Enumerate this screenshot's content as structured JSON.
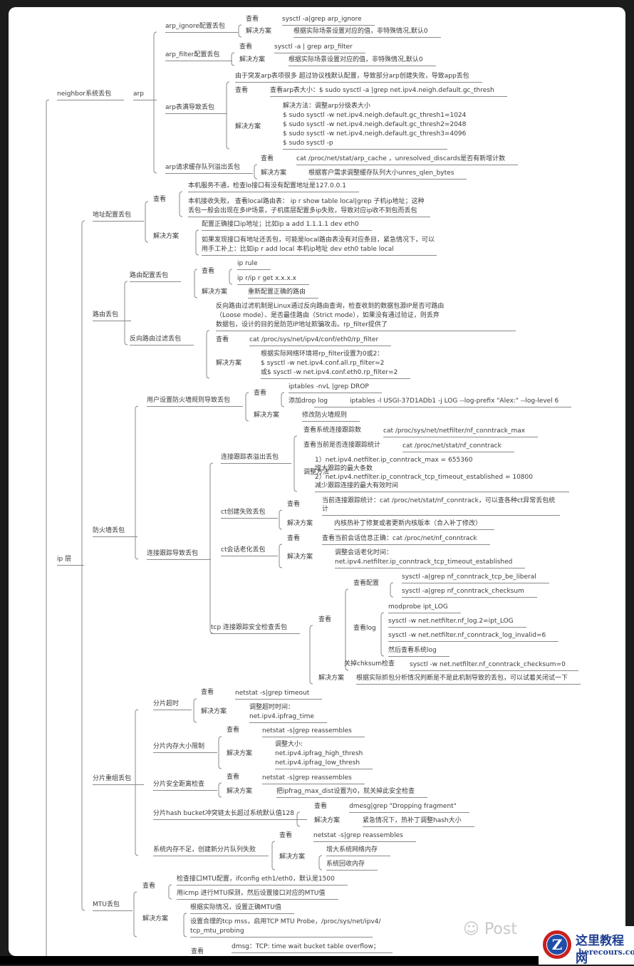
{
  "neighbor": {
    "label": "neighbor系统丢包",
    "arp": "arp",
    "arp_ignore": {
      "label": "arp_ignore配置丢包",
      "check": "查看",
      "check_cmd": "sysctl -a|grep arp_ignore",
      "fix": "解决方案",
      "fix_text": "根据实际场景设置对应的值，非特殊情况,默认0"
    },
    "arp_filter": {
      "label": "arp_filter配置丢包",
      "check": "查看",
      "check_cmd": "sysctl -a | grep arp_filter",
      "fix": "解决方案",
      "fix_text": "根据实际场景设置对应的值，非特殊情况,默认0"
    },
    "arp_full": {
      "label": "arp表满导致丢包",
      "desc": "由于突发arp表项很多 超过协议栈默认配置，导致部分arp创建失败，导致app丢包",
      "check": "查看",
      "check_cmd": "查看arp表大小：$ sudo sysctl -a |grep net.ipv4.neigh.default.gc_thresh",
      "fix": "解决方案",
      "fix_lines": [
        "解决方法：调整arp分级表大小",
        "$ sudo sysctl -w net.ipv4.neigh.default.gc_thresh1=1024",
        "$ sudo sysctl -w net.ipv4.neigh.default.gc_thresh2=2048",
        "$ sudo sysctl -w net.ipv4.neigh.default.gc_thresh3=4096",
        "$ sudo sysctl -p"
      ]
    },
    "arp_queue": {
      "label": "arp请求缓存队列溢出丢包",
      "check": "查看",
      "check_cmd": "cat /proc/net/stat/arp_cache ，unresolved_discards是否有新增计数",
      "fix": "解决方案",
      "fix_text": "根据客户需求调整缓存队列大小unres_qlen_bytes"
    }
  },
  "ip": {
    "label": "ip 层",
    "addr": {
      "label": "地址配置丢包",
      "check": "查看",
      "check_items": [
        [
          "本机服务不通，检查lo接口有没有配置地址是127.0.0.1"
        ],
        [
          "本机接收失败， 查看local路由表： ip r show table local|grep 子机ip地址；这种",
          "丢包一般会出现在多IP场景，子机底层配置多ip失败，导致对应ip收不到包而丢包"
        ]
      ],
      "fix": "解决方案",
      "fix_items": [
        [
          "配置正确接口ip地址；比如ip a add 1.1.1.1 dev eth0"
        ],
        [
          "如果发现接口有地址还丢包，可能是local路由表没有对应条目，紧急情况下，可以",
          "用手工补上：比如ip r add local 本机ip地址 dev eth0 table local"
        ]
      ]
    },
    "route": {
      "label": "路由丢包",
      "config": {
        "label": "路由配置丢包",
        "check": "查看",
        "check_items": [
          "ip rule",
          "ip  r/ip r get x.x.x.x"
        ],
        "fix": "解决方案",
        "fix_text": "重新配置正确的路由"
      },
      "rpf": {
        "label": "反向路由过滤丢包",
        "desc": [
          "反向路由过滤机制是Linux通过反向路由查询，检查收到的数据包源IP是否可路由",
          "（Loose mode）、是否最佳路由（Strict mode），如果没有通过验证，则丢弃",
          "数据包，设计的目的是防范IP地址欺骗攻击。rp_filter提供了"
        ],
        "check": "查看",
        "check_cmd": "cat /proc/sys/net/ipv4/conf/eth0/rp_filter",
        "fix": "解决方案",
        "fix_lines": [
          "根据实际网络环境将rp_filter设置为0或2：",
          "$ sysctl -w net.ipv4.conf.all.rp_filter=2",
          "或$ sysctl -w net.ipv4.conf.eth0.rp_filter=2"
        ]
      }
    },
    "firewall": {
      "label": "防火墙丢包",
      "user_rule": {
        "label": "用户设置防火墙规则导致丢包",
        "check": "查看",
        "check_cmd": "iptables -nvL |grep DROP",
        "drop_log": "添加drop log",
        "drop_log_cmd": "iptables -I USGI-37D1ADb1 -j LOG --log-prefix \"Alex:\" --log-level 6",
        "fix": "解决方案",
        "fix_text": "修改防火墙规则"
      },
      "conntrack": {
        "label": "连接跟踪导致丢包",
        "overflow": {
          "label": "连接跟踪表溢出丢包",
          "sys_count": "查看系统连接跟踪数",
          "sys_count_cmd": "cat /proc/sys/net/netfilter/nf_conntrack_max",
          "stat": "查看当前是否连接跟踪统计",
          "stat_cmd": "cat /proc/net/stat/nf_conntrack",
          "adjust": "调整方法",
          "adjust_lines": [
            "1）net.ipv4.netfilter.ip_conntrack_max = 655360",
            "增大跟踪的最大条数",
            "2）net.ipv4.netfilter.ip_conntrack_tcp_timeout_established = 10800",
            "减少跟踪连接的最大有效时间"
          ]
        },
        "ct_create": {
          "label": "ct创建失败丢包",
          "check": "查看",
          "check_lines": [
            "当前连接跟踪统计：cat /proc/net/stat/nf_conntrack，可以查各种ct异常丢包统",
            "计"
          ],
          "fix": "解决方案",
          "fix_text": "内核热补丁修复或者更新内核版本（合入补丁修改）"
        },
        "ct_age": {
          "label": "ct会话老化丢包",
          "check": "查看",
          "check_text": "查看当前会话信息正确：cat /proc/net/nf_conntrack",
          "fix": "解决方案",
          "fix_lines": [
            "调整会话老化时间：",
            "net.ipv4.netfilter.ip_conntrack_tcp_timeout_established"
          ]
        },
        "tcp_check": {
          "label": "tcp 连接跟踪安全检查丢包",
          "check": "查看",
          "config": "查看配置",
          "config_cmds": [
            "sysctl -a|grep nf_conntrack_tcp_be_liberal",
            "sysctl -a|grep nf_conntrack_checksum"
          ],
          "log": "查看log",
          "log_cmds": [
            "modprobe ipt_LOG",
            "sysctl -w net.netfilter.nf_log.2=ipt_LOG",
            "sysctl -w net.netfilter.nf_conntrack_log_invalid=6",
            "然后查看系统log"
          ],
          "chksum": "关掉chksum检查",
          "chksum_cmd": "sysctl -w net.netfilter.nf_conntrack_checksum=0",
          "fix": "解决方案",
          "fix_text": "根据实际抓包分析情况判断是不是此机制导致的丢包，可以试着关闭试一下"
        }
      }
    },
    "frag": {
      "label": "分片重组丢包",
      "timeout": {
        "label": "分片超时",
        "check": "查看",
        "check_cmd": "netstat -s|grep timeout",
        "fix": "解决方案",
        "fix_lines": [
          "调整超时时间：",
          "net.ipv4.ipfrag_time"
        ]
      },
      "mem": {
        "label": "分片内存大小限制",
        "check": "查看",
        "check_cmd": "netstat -s|grep reassembles",
        "fix": "解决方案",
        "fix_lines": [
          "调整大小:",
          "net.ipv4.ipfrag_high_thresh",
          "net.ipv4.ipfrag_low_thresh"
        ]
      },
      "dist": {
        "label": "分片安全距离检查",
        "check": "查看",
        "check_cmd": "netstat -s|grep reassembles",
        "fix": "解决方案",
        "fix_text": "把ipfrag_max_dist设置为0，就关掉此安全检查"
      },
      "hash": {
        "label": "分片hash bucket冲突链太长超过系统默认值128",
        "check": "查看",
        "check_cmd": "dmesg|grep  \"Dropping fragment\"",
        "fix": "解决方案",
        "fix_text": "紧急情况下，热补丁调整hash大小"
      },
      "sysmem": {
        "label": "系统内存不足，创建新分片队列失败",
        "check": "查看",
        "check_cmd": "netstat -s|grep reassembles",
        "fix": "解决方案",
        "fix_items": [
          "增大系统网络内存",
          "系统回收内存"
        ]
      }
    },
    "mtu": {
      "label": "MTU丢包",
      "check": "查看",
      "check_items": [
        "检查接口MTU配置，ifconfig eth1/eth0，默认是1500",
        "用icmp 进行MTU探测，然后设置接口对应的MTU值"
      ],
      "fix": "解决方案",
      "fix_items": [
        [
          "根据实际情况，设置正确MTU值"
        ],
        [
          "设置合理的tcp mss，启用TCP MTU Probe，/proc/sys/net/ipv4/",
          "tcp_mtu_probing"
        ]
      ]
    },
    "next": {
      "check": "查看",
      "check_text": "dmsg：TCP: time wait bucket table overflow；"
    }
  },
  "watermark": "Post",
  "logo": {
    "title": "这里教程网",
    "domain": "herecours.com"
  }
}
